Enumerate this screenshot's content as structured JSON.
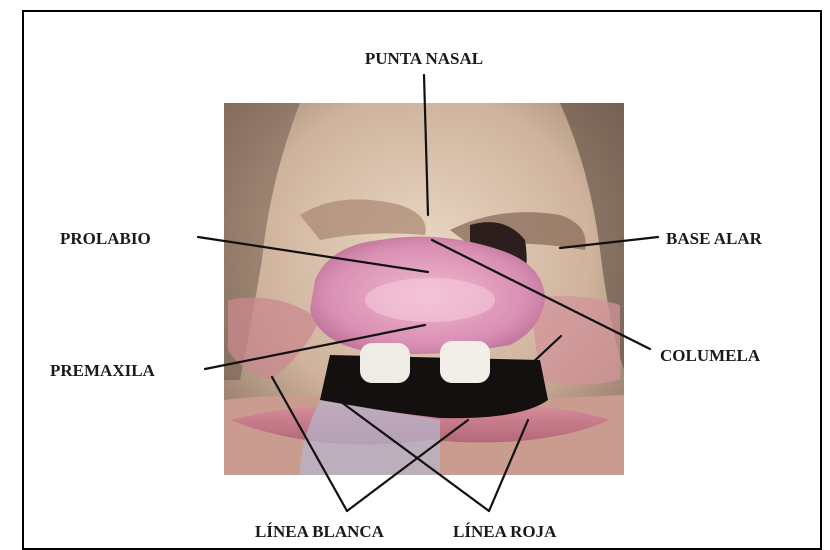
{
  "labels": {
    "punta_nasal": "PUNTA NASAL",
    "prolabio": "PROLABIO",
    "base_alar": "BASE ALAR",
    "premaxila": "PREMAXILA",
    "columela": "COLUMELA",
    "linea_blanca": "LÍNEA BLANCA",
    "linea_roja": "LÍNEA ROJA"
  }
}
